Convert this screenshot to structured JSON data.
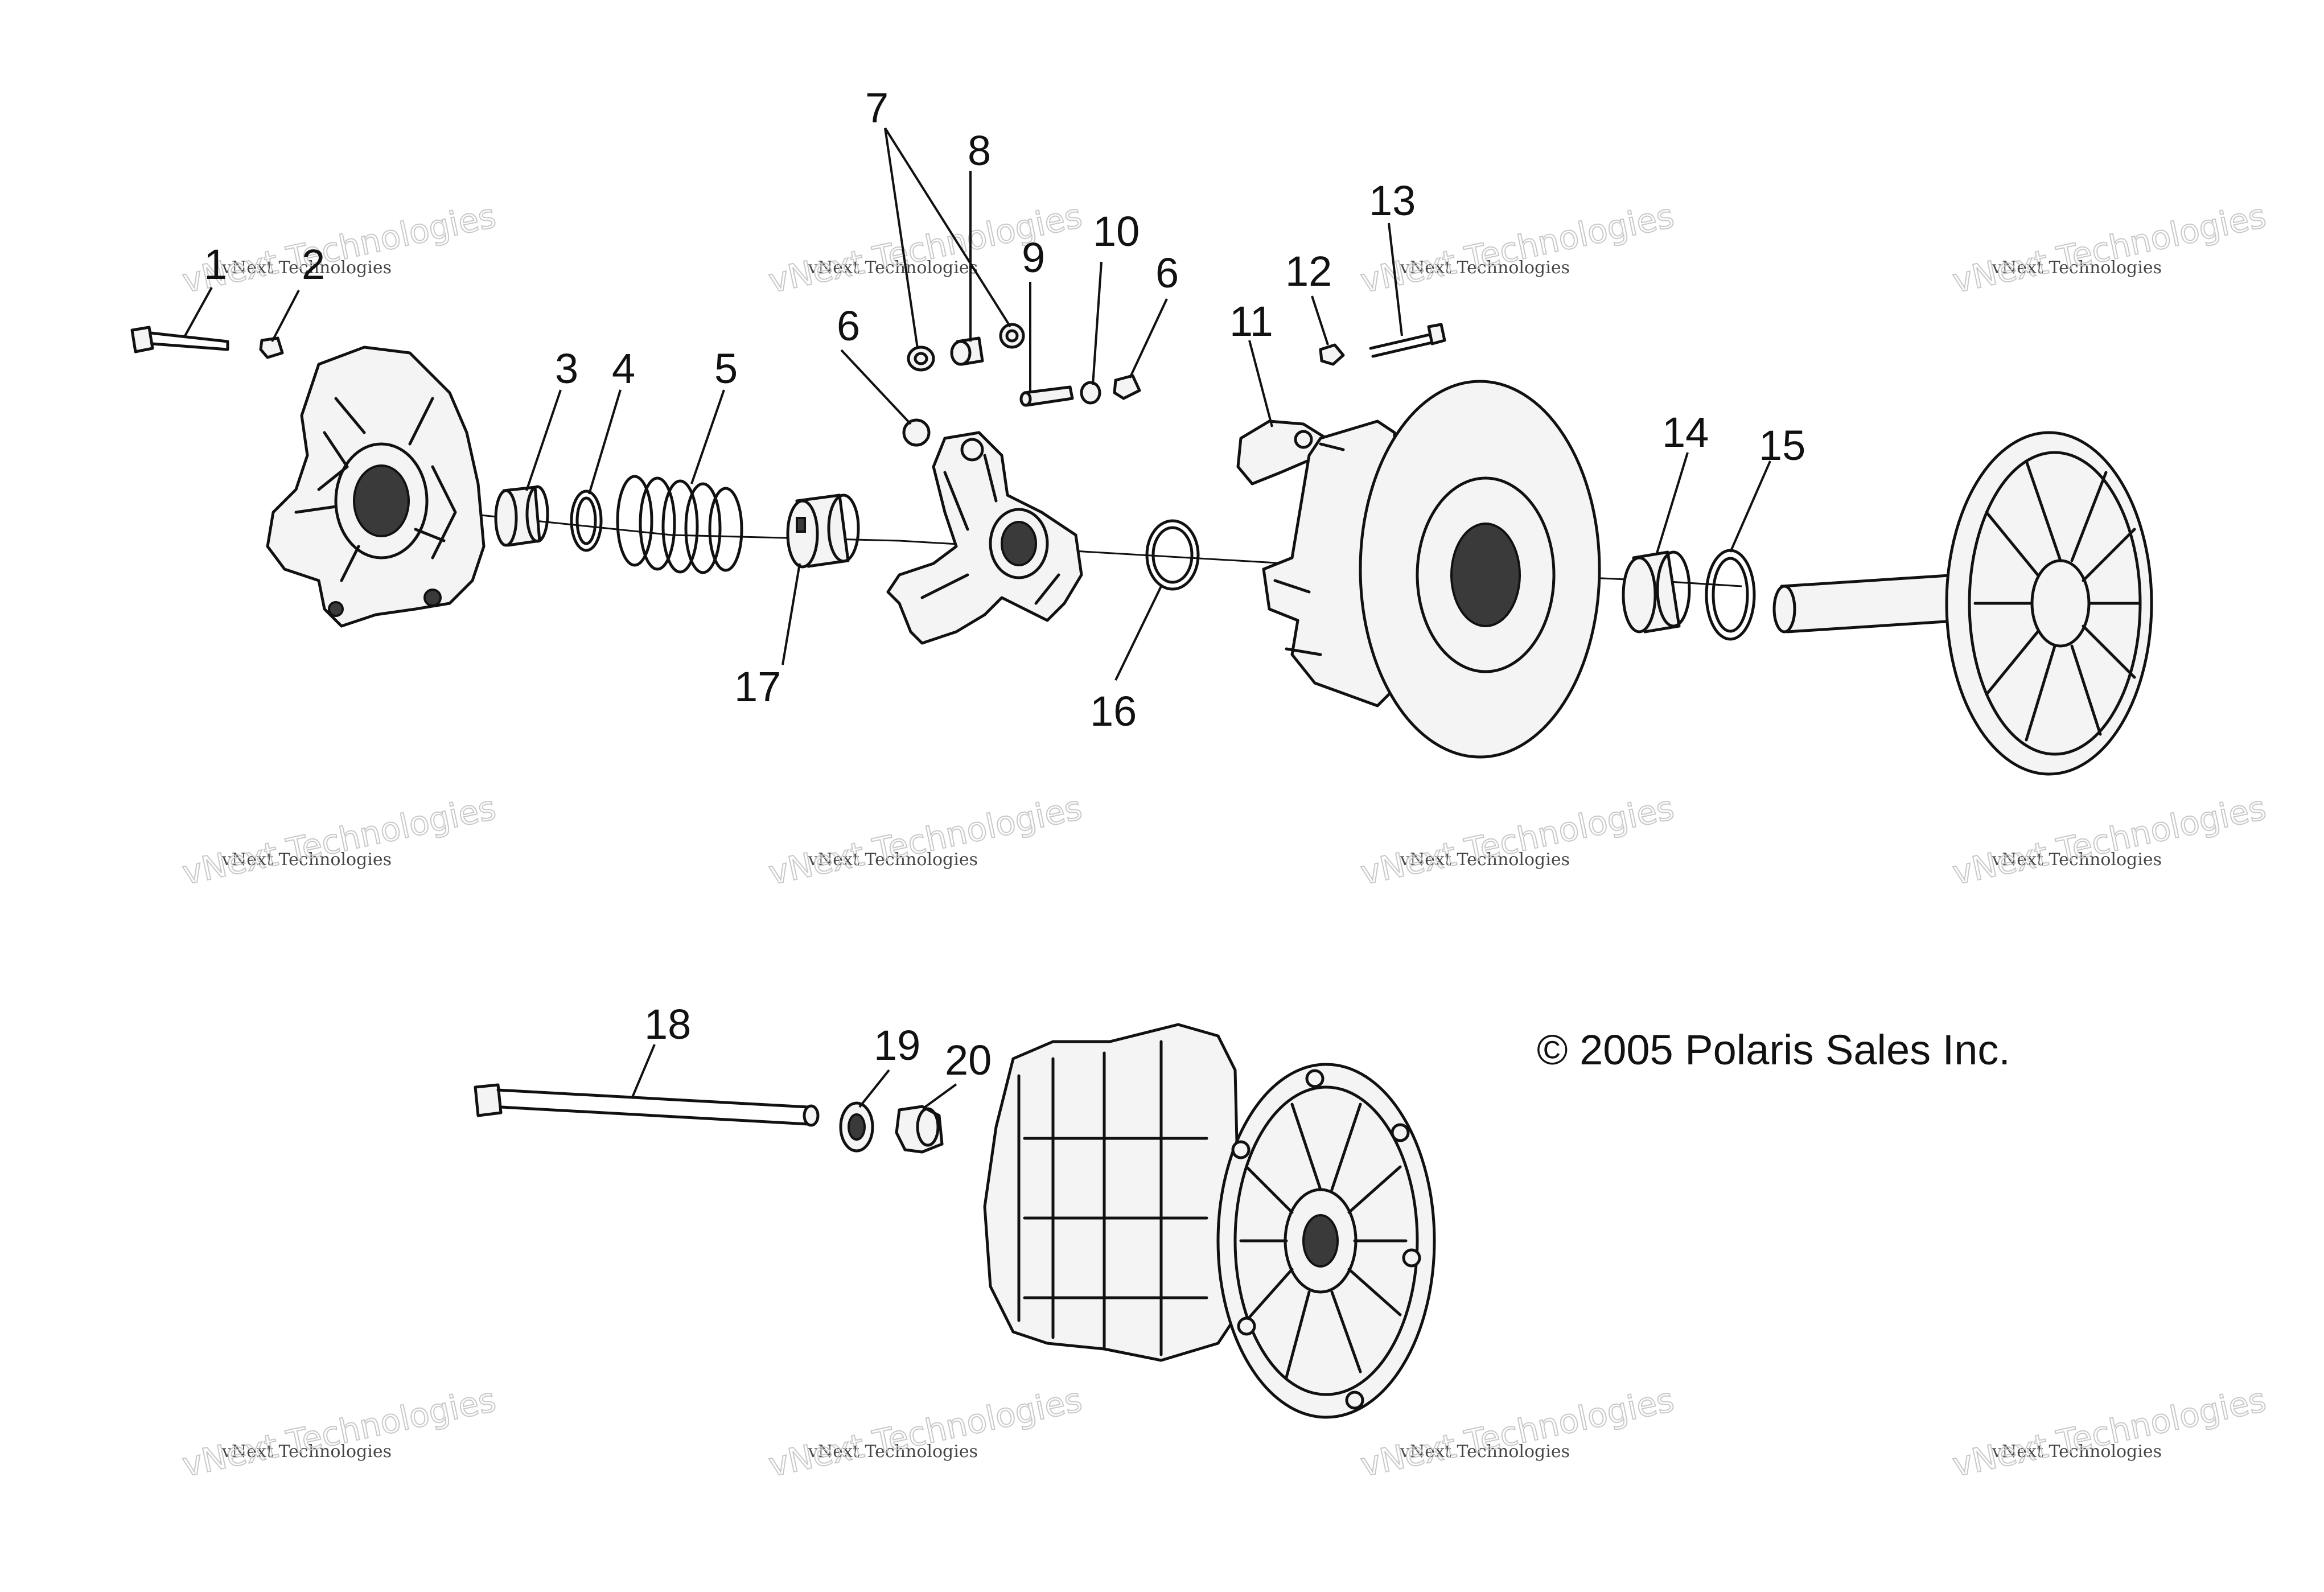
{
  "labels": [
    "1",
    "2",
    "3",
    "4",
    "5",
    "6",
    "7",
    "8",
    "9",
    "10",
    "11",
    "12",
    "13",
    "14",
    "15",
    "16",
    "17",
    "18",
    "19",
    "20"
  ],
  "copyright": "© 2005 Polaris Sales Inc.",
  "watermark": {
    "small": "vNext Technologies",
    "big": "vNext Technologies"
  }
}
